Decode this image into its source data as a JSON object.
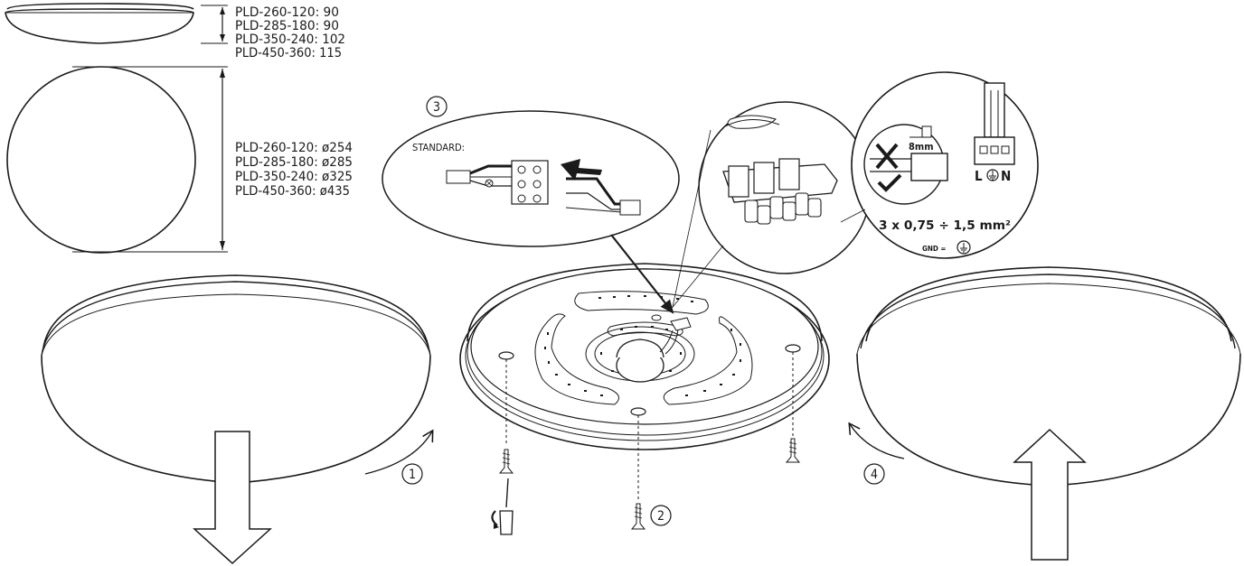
{
  "dimensions": {
    "height_list": [
      "PLD-260-120: 90",
      "PLD-285-180: 90",
      "PLD-350-240: 102",
      "PLD-450-360: 115"
    ],
    "diameter_list": [
      "PLD-260-120: ø254",
      "PLD-285-180: ø285",
      "PLD-350-240: ø325",
      "PLD-450-360: ø435"
    ]
  },
  "steps": {
    "step1": "1",
    "step2": "2",
    "step3": "3",
    "step4": "4"
  },
  "wiring": {
    "standard_label": "STANDARD:",
    "strip_length": "8mm",
    "terminal_labels": "L",
    "terminal_n": "N",
    "cable_spec": "3 x 0,75 ÷ 1,5 mm²",
    "gnd_label": "GND ="
  },
  "colors": {
    "line": "#1a1a1a",
    "fill": "#ffffff"
  }
}
